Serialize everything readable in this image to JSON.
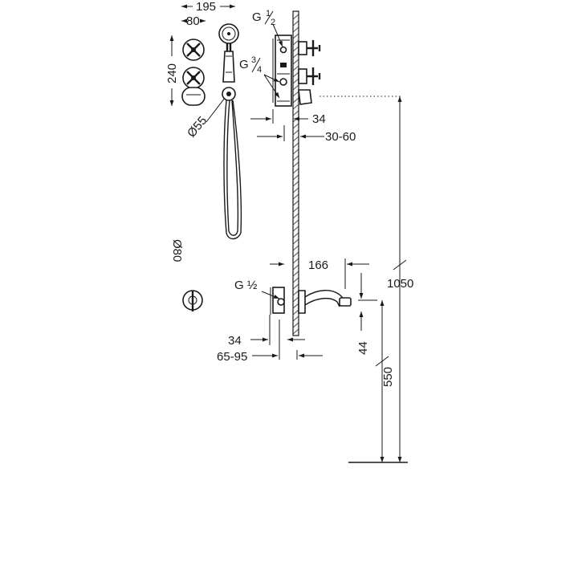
{
  "dimensions": {
    "d195": "195",
    "d80": "80",
    "d240": "240",
    "d55": "Ø55",
    "g12_top_base": "G",
    "g12_top_num": "1",
    "g12_top_den": "2",
    "g34_base": "G",
    "g34_num": "3",
    "g34_den": "4",
    "d34_top": "34",
    "d30_60": "30-60",
    "d80_rot": "Ø80",
    "d166": "166",
    "g12_bot": "G ½",
    "d1050": "1050",
    "d44": "44",
    "d34_bot": "34",
    "d65_95": "65-95",
    "d550": "550"
  }
}
